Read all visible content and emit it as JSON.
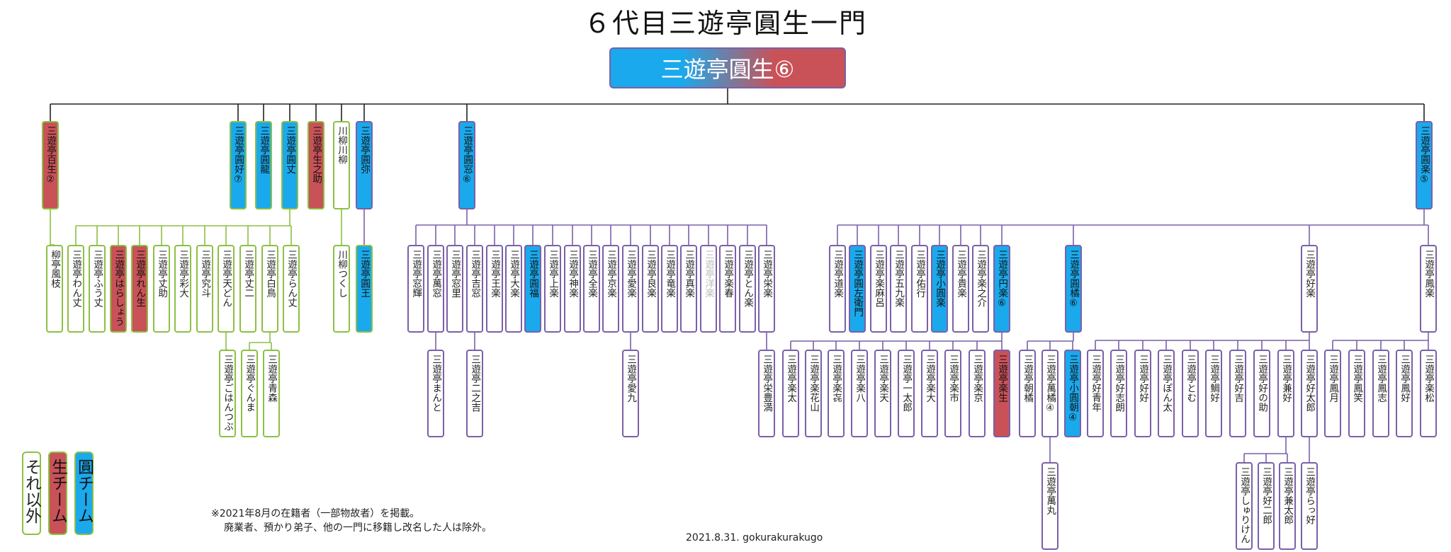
{
  "title": "６代目三遊亭圓生一門",
  "root": "三遊亭圓生⑥",
  "colors": {
    "blue_team": "#1aa9ec",
    "red_team": "#c95258",
    "green_border": "#8cc043",
    "purple_border": "#7a60a8"
  },
  "legend": {
    "blue": "圓チーム",
    "red": "生チーム",
    "other": "それ以外"
  },
  "note": [
    "※2021年8月の在籍者（一部物故者）を掲載。",
    "廃業者、預かり弟子、他の一門に移籍し改名した人は除外。"
  ],
  "credit": "2021.8.31.  gokurakurakugo",
  "gen1": [
    "三遊亭百生②",
    "三遊亭圓好⑦",
    "三遊亭圓龍",
    "三遊亭圓丈",
    "三遊亭生之助",
    "川柳川柳",
    "三遊亭圓弥",
    "三遊亭圓窓⑥",
    "三遊亭圓楽⑤"
  ],
  "gen2": [
    "柳亭風枝",
    "三遊亭わん丈",
    "三遊亭ふう丈",
    "三遊亭はらしょう",
    "三遊亭れん生",
    "三遊亭丈助",
    "三遊亭彩大",
    "三遊亭究斗",
    "三遊亭天どん",
    "三遊亭丈二",
    "三遊亭白鳥",
    "三遊亭らん丈",
    "川柳つくし",
    "三遊亭圓王",
    "三遊亭窓輝",
    "三遊亭萬窓",
    "三遊亭窓里",
    "三遊亭吉窓",
    "三遊亭王楽",
    "三遊亭大楽",
    "三遊亭圓福",
    "三遊亭上楽",
    "三遊亭神楽",
    "三遊亭全楽",
    "三遊亭京楽",
    "三遊亭愛楽",
    "三遊亭良楽",
    "三遊亭竜楽",
    "三遊亭真楽",
    "三遊亭洋楽",
    "三遊亭楽春",
    "三遊亭とん楽",
    "三遊亭栄楽",
    "三遊亭道楽",
    "三遊亭圓左衛門",
    "三遊亭楽麻呂",
    "三遊亭五九楽",
    "三遊亭佑行",
    "三遊亭小圓楽",
    "三遊亭貴楽",
    "三遊亭楽之介",
    "三遊亭円楽⑥",
    "三遊亭圓橘⑥",
    "三遊亭好楽",
    "三遊亭鳳楽"
  ],
  "gen3": [
    "三遊亭ごはんつぶ",
    "三遊亭ぐんま",
    "三遊亭青森",
    "三遊亭まんと",
    "三遊亭二之吉",
    "三遊亭愛九",
    "三遊亭栄豊満",
    "三遊亭楽太",
    "三遊亭楽花山",
    "三遊亭楽㐂",
    "三遊亭楽八",
    "三遊亭楽天",
    "三遊亭一太郎",
    "三遊亭楽大",
    "三遊亭楽市",
    "三遊亭楽京",
    "三遊亭楽生",
    "三遊亭朝橘",
    "三遊亭萬橘④",
    "三遊亭小圓朝④",
    "三遊亭好青年",
    "三遊亭好志朗",
    "三遊亭好好",
    "三遊亭ぽん太",
    "三遊亭とむ",
    "三遊亭鯛好",
    "三遊亭好吉",
    "三遊亭好の助",
    "三遊亭兼好",
    "三遊亭好太郎",
    "三遊亭鳳月",
    "三遊亭鳳笑",
    "三遊亭鳳志",
    "三遊亭鳳好",
    "三遊亭楽松"
  ],
  "gen4": [
    "三遊亭萬丸",
    "三遊亭しゅりけん",
    "三遊亭好二郎",
    "三遊亭兼太郎",
    "三遊亭らっ好"
  ]
}
